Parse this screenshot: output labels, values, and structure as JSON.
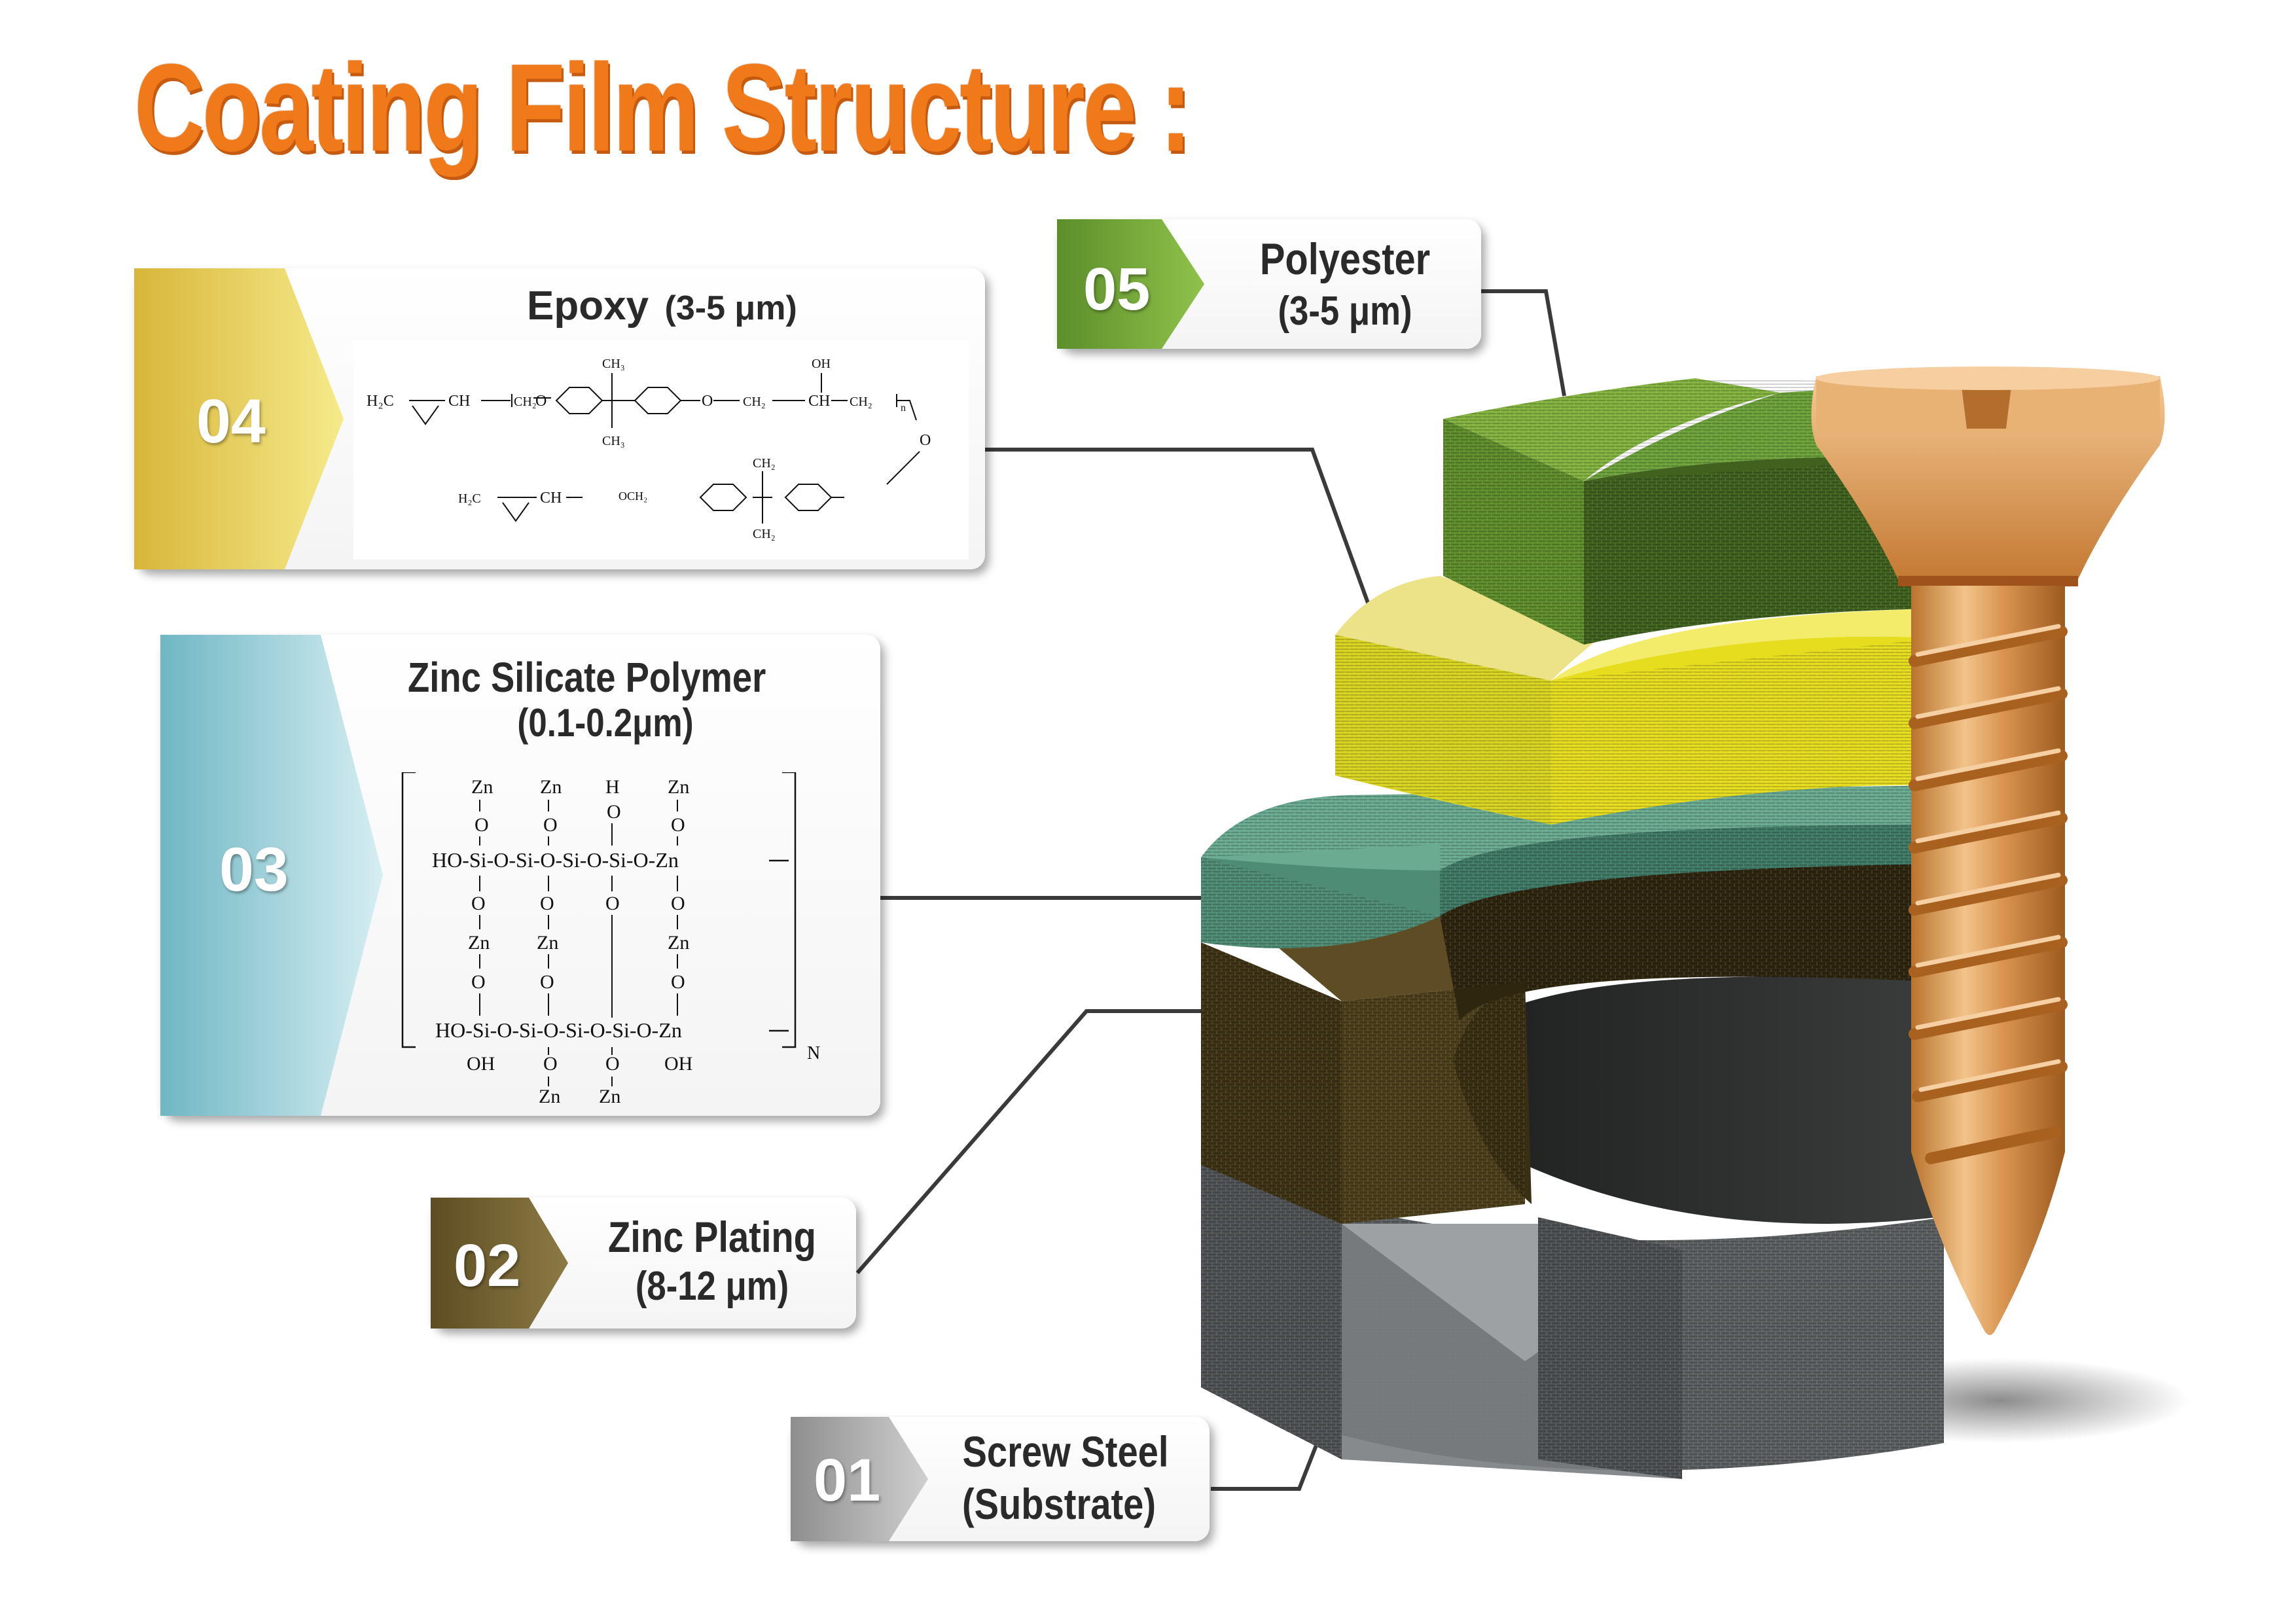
{
  "title": "Coating Film Structure :",
  "colors": {
    "title": "#f07a1a",
    "polyester": "#6da33a",
    "epoxy": "#e8d820",
    "zinc_silicate": "#5f9f86",
    "zinc_plating": "#4d3f1b",
    "steel": "#6e7072",
    "screw": "#d4924a"
  },
  "layers": [
    {
      "num": "01",
      "name": "Screw Steel",
      "detail": "(Substrate)"
    },
    {
      "num": "02",
      "name": "Zinc Plating",
      "detail": "(8-12 μm)"
    },
    {
      "num": "03",
      "name": "Zinc Silicate  Polymer",
      "detail": "(0.1-0.2μm)"
    },
    {
      "num": "04",
      "name": "Epoxy",
      "detail": "(3-5 μm)"
    },
    {
      "num": "05",
      "name": "Polyester",
      "detail": "(3-5 μm)"
    }
  ],
  "epoxy_formula": {
    "r1": [
      "H₂C",
      "CH",
      "CH₂",
      "O",
      "CH₃",
      "CH₃",
      "O",
      "CH₂",
      "CH",
      "CH₂",
      "OH",
      "n",
      "O"
    ],
    "r2": [
      "H₂C",
      "CH",
      "OCH₂",
      "CH₂",
      "CH₂"
    ]
  },
  "silicate_formula": {
    "top": [
      "Zn",
      "Zn",
      "H",
      "Zn"
    ],
    "o1": [
      "O",
      "O",
      "O",
      "O"
    ],
    "row1": "HO-Si-O-Si-O-Si-O-Si-O-Zn",
    "o2": [
      "O",
      "O",
      "O",
      "O"
    ],
    "mid": [
      "Zn",
      "Zn",
      "Zn"
    ],
    "o3": [
      "O",
      "O",
      "O"
    ],
    "row2": "HO-Si-O-Si-O-Si-O-Si-O-Zn",
    "bottom": [
      "OH",
      "O",
      "O",
      "OH"
    ],
    "tail": [
      "Zn",
      "Zn"
    ],
    "subscript": "N"
  }
}
